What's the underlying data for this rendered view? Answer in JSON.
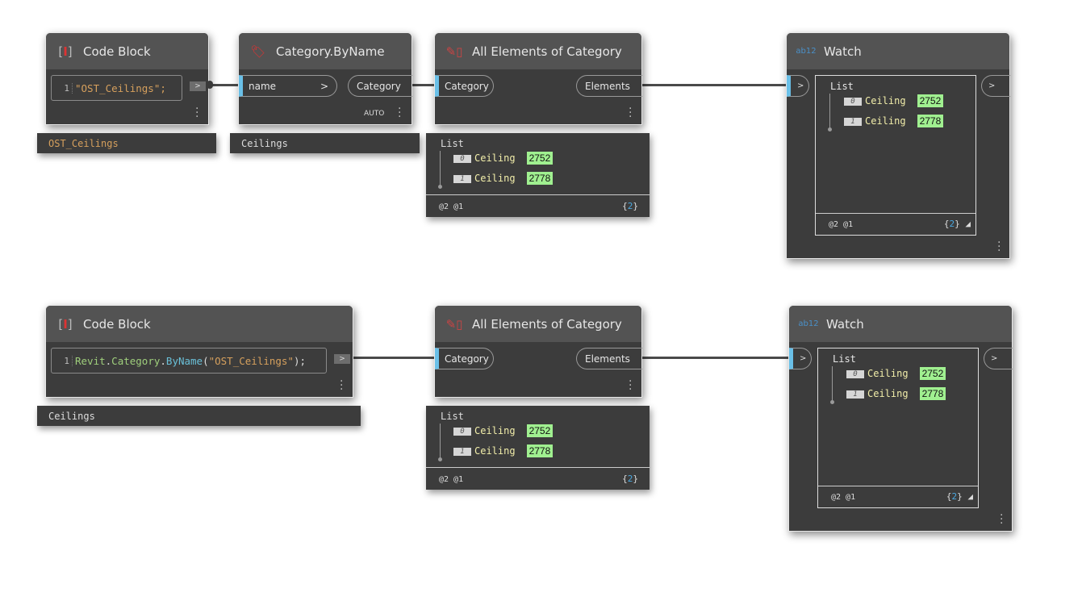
{
  "row1": {
    "code_block": {
      "title": "Code Block",
      "line_no": "1",
      "code": "\"OST_Ceilings\";",
      "out_port": ">",
      "preview": "OST_Ceilings"
    },
    "category_by_name": {
      "title": "Category.ByName",
      "input": "name",
      "input_arrow": ">",
      "output": "Category",
      "lacing": "AUTO",
      "preview": "Ceilings"
    },
    "all_elements": {
      "title": "All Elements of Category",
      "input": "Category",
      "output": "Elements",
      "preview": {
        "header": "List",
        "items": [
          {
            "index": "0",
            "type": "Ceiling",
            "id": "2752"
          },
          {
            "index": "1",
            "type": "Ceiling",
            "id": "2778"
          }
        ],
        "levels": "@2 @1",
        "count_open": "{",
        "count": "2",
        "count_close": "}"
      }
    },
    "watch": {
      "title": "Watch",
      "in_port": ">",
      "out_port": ">",
      "preview": {
        "header": "List",
        "items": [
          {
            "index": "0",
            "type": "Ceiling",
            "id": "2752"
          },
          {
            "index": "1",
            "type": "Ceiling",
            "id": "2778"
          }
        ],
        "levels": "@2 @1",
        "count_open": "{",
        "count": "2",
        "count_close": "}"
      }
    }
  },
  "row2": {
    "code_block": {
      "title": "Code Block",
      "line_no": "1",
      "code_ns": "Revit",
      "code_dot1": ".",
      "code_class": "Category",
      "code_dot2": ".",
      "code_method": "ByName",
      "code_open": "(",
      "code_str": "\"OST_Ceilings\"",
      "code_close": ");",
      "out_port": ">",
      "preview": "Ceilings"
    },
    "all_elements": {
      "title": "All Elements of Category",
      "input": "Category",
      "output": "Elements",
      "preview": {
        "header": "List",
        "items": [
          {
            "index": "0",
            "type": "Ceiling",
            "id": "2752"
          },
          {
            "index": "1",
            "type": "Ceiling",
            "id": "2778"
          }
        ],
        "levels": "@2 @1",
        "count_open": "{",
        "count": "2",
        "count_close": "}"
      }
    },
    "watch": {
      "title": "Watch",
      "in_port": ">",
      "out_port": ">",
      "preview": {
        "header": "List",
        "items": [
          {
            "index": "0",
            "type": "Ceiling",
            "id": "2752"
          },
          {
            "index": "1",
            "type": "Ceiling",
            "id": "2778"
          }
        ],
        "levels": "@2 @1",
        "count_open": "{",
        "count": "2",
        "count_close": "}"
      }
    }
  },
  "colors": {
    "node_header": "#535353",
    "node_body": "#3c3c3c",
    "input_accent": "#6ac0e8",
    "value_badge": "#a0f090",
    "string": "#d6a05d",
    "count": "#4aa8e0"
  }
}
